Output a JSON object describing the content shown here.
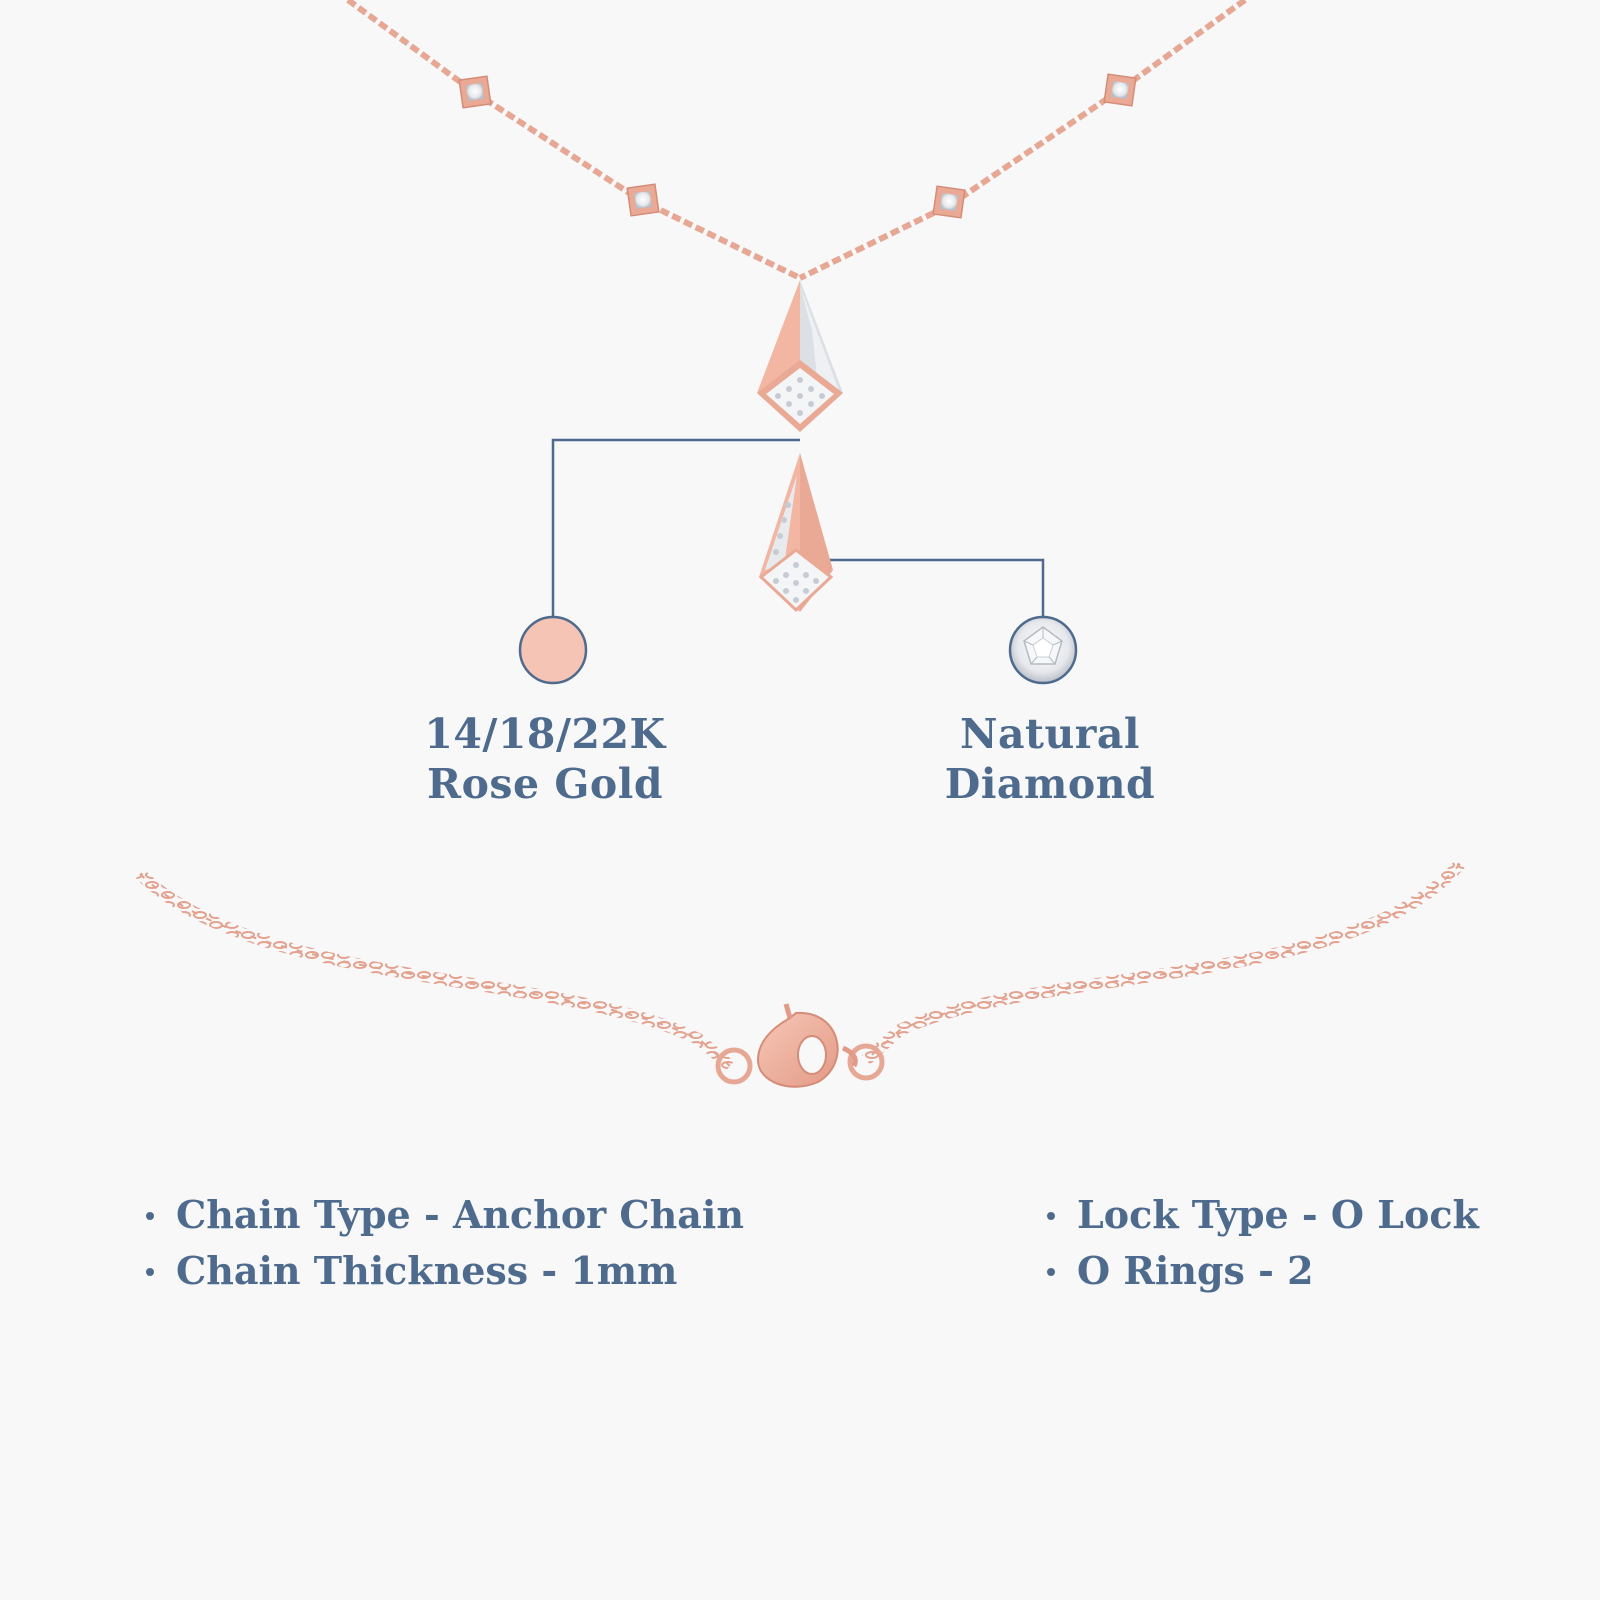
{
  "colors": {
    "background": "#f8f8f8",
    "text": "#4e6b8e",
    "rose_gold": "#e9a995",
    "rose_gold_light": "#f6c9bb",
    "diamond": "#ffffff"
  },
  "metal_option": {
    "line1": "14/18/22K",
    "line2": "Rose Gold",
    "icon": "rose-gold-swatch-icon"
  },
  "stone_option": {
    "line1": "Natural",
    "line2": "Diamond",
    "icon": "diamond-icon"
  },
  "specs_left": [
    "Chain Type - Anchor Chain",
    "Chain Thickness - 1mm"
  ],
  "specs_right": [
    "Lock Type - O Lock",
    "O Rings - 2"
  ]
}
